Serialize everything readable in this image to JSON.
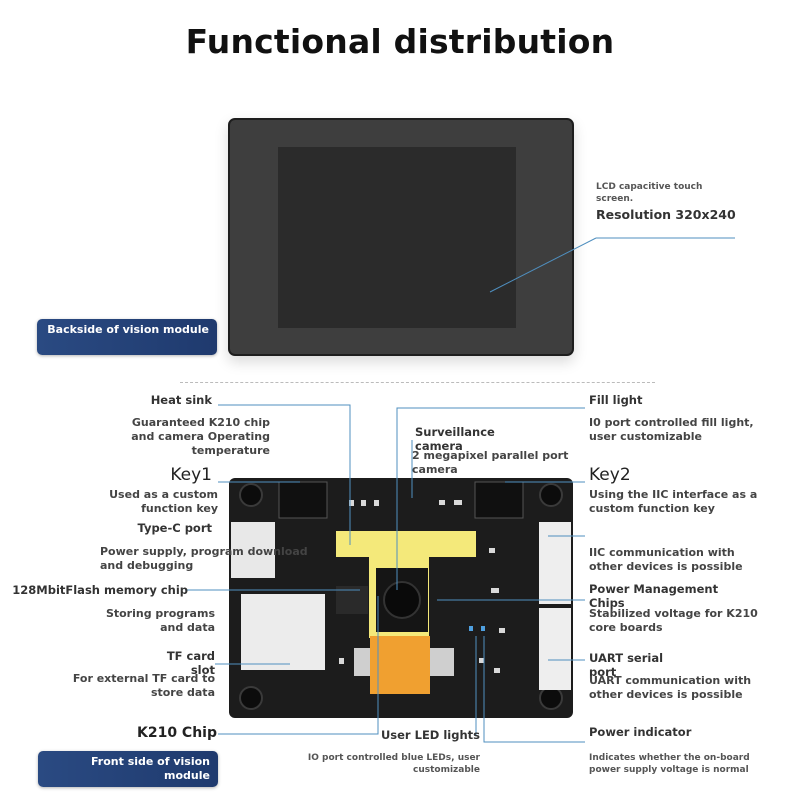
{
  "title": "Functional distribution",
  "accent_colors": {
    "badge": "#24447a",
    "leader_line": "#4f8fbf",
    "heat_sink": "#f4e97a",
    "fill_light_flex": "#f0a030"
  },
  "back": {
    "badge": "Backside of vision module",
    "lcd_label": "LCD capacitive touch screen.",
    "lcd_resolution": "Resolution 320x240"
  },
  "front": {
    "badge": "Front side of vision module",
    "left": [
      {
        "name": "Heat sink",
        "desc": "Guaranteed K210 chip and camera Operating temperature"
      },
      {
        "name": "Key1",
        "desc": "Used as a custom function key"
      },
      {
        "name": "Type-C port",
        "desc": "Power supply, program download and debugging"
      },
      {
        "name": "128MbitFlash memory chip",
        "desc": "Storing programs and data"
      },
      {
        "name": "TF card slot",
        "desc": "For external TF card to store data"
      },
      {
        "name": "K210 Chip",
        "desc": ""
      }
    ],
    "center": [
      {
        "name": "Surveillance camera",
        "desc": "2 megapixel parallel port camera"
      },
      {
        "name": "User LED lights",
        "desc": "IO port controlled blue LEDs, user customizable"
      }
    ],
    "right": [
      {
        "name": "Fill light",
        "desc": "I0 port controlled fill light, user customizable"
      },
      {
        "name": "Key2",
        "desc": "Using the IIC interface as a custom function key"
      },
      {
        "name": "IIC communication with other devices is possible",
        "desc": ""
      },
      {
        "name": "Power Management Chips",
        "desc": "Stabilized voltage for K210 core boards"
      },
      {
        "name": "UART serial port",
        "desc": "UART communication with other devices is possible"
      },
      {
        "name": "Power indicator",
        "desc": "Indicates whether the on-board power supply voltage is normal"
      }
    ]
  }
}
